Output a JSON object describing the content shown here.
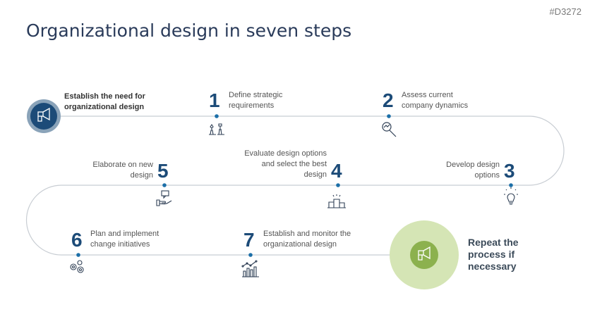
{
  "code": "#D3272",
  "title": "Organizational design in seven steps",
  "start": {
    "label": "Establish the need for organizational design"
  },
  "end": {
    "label": "Repeat the process if necessary"
  },
  "steps": [
    {
      "number": "1",
      "label": "Define strategic requirements"
    },
    {
      "number": "2",
      "label": "Assess current company dynamics"
    },
    {
      "number": "3",
      "label": "Develop design options"
    },
    {
      "number": "4",
      "label": "Evaluate design options and select the best design"
    },
    {
      "number": "5",
      "label": "Elaborate on new design"
    },
    {
      "number": "6",
      "label": "Plan and implement change initiatives"
    },
    {
      "number": "7",
      "label": "Establish and monitor the organizational design"
    }
  ],
  "colors": {
    "primary": "#1c4b78",
    "accent": "#a7c76a",
    "accent_light": "#d5e5b5",
    "line": "#c8cdd3"
  },
  "icons": [
    "megaphone-icon",
    "chess-icon",
    "magnifier-icon",
    "lightbulb-icon",
    "podium-icon",
    "hand-message-icon",
    "gears-icon",
    "bar-chart-icon"
  ]
}
